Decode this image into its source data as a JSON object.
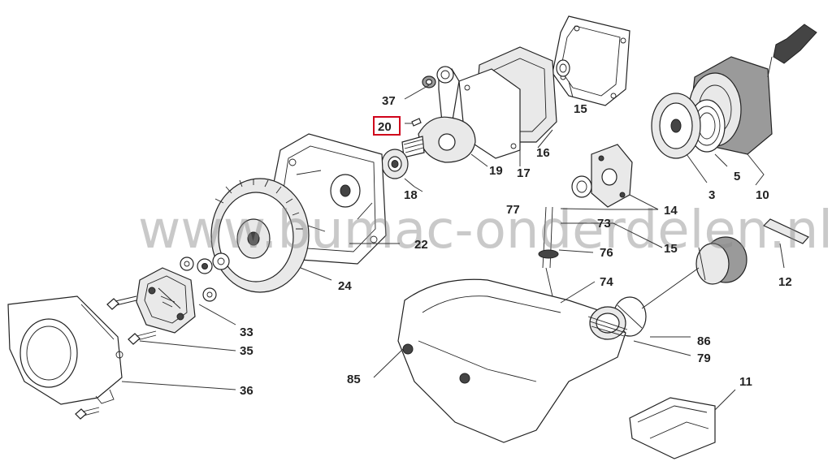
{
  "watermark": "www.bumac-onderdelen.nl",
  "highlight_color": "#d0021b",
  "labels": {
    "p37": "37",
    "p20": "20",
    "p18": "18",
    "p19": "19",
    "p17": "17",
    "p16": "16",
    "p15a": "15",
    "p15b": "15",
    "p22": "22",
    "p24": "24",
    "p77": "77",
    "p73": "73",
    "p76": "76",
    "p74": "74",
    "p14": "14",
    "p3": "3",
    "p5": "5",
    "p10": "10",
    "p12": "12",
    "p33": "33",
    "p35": "35",
    "p36": "36",
    "p85": "85",
    "p86": "86",
    "p79": "79",
    "p11": "11"
  }
}
